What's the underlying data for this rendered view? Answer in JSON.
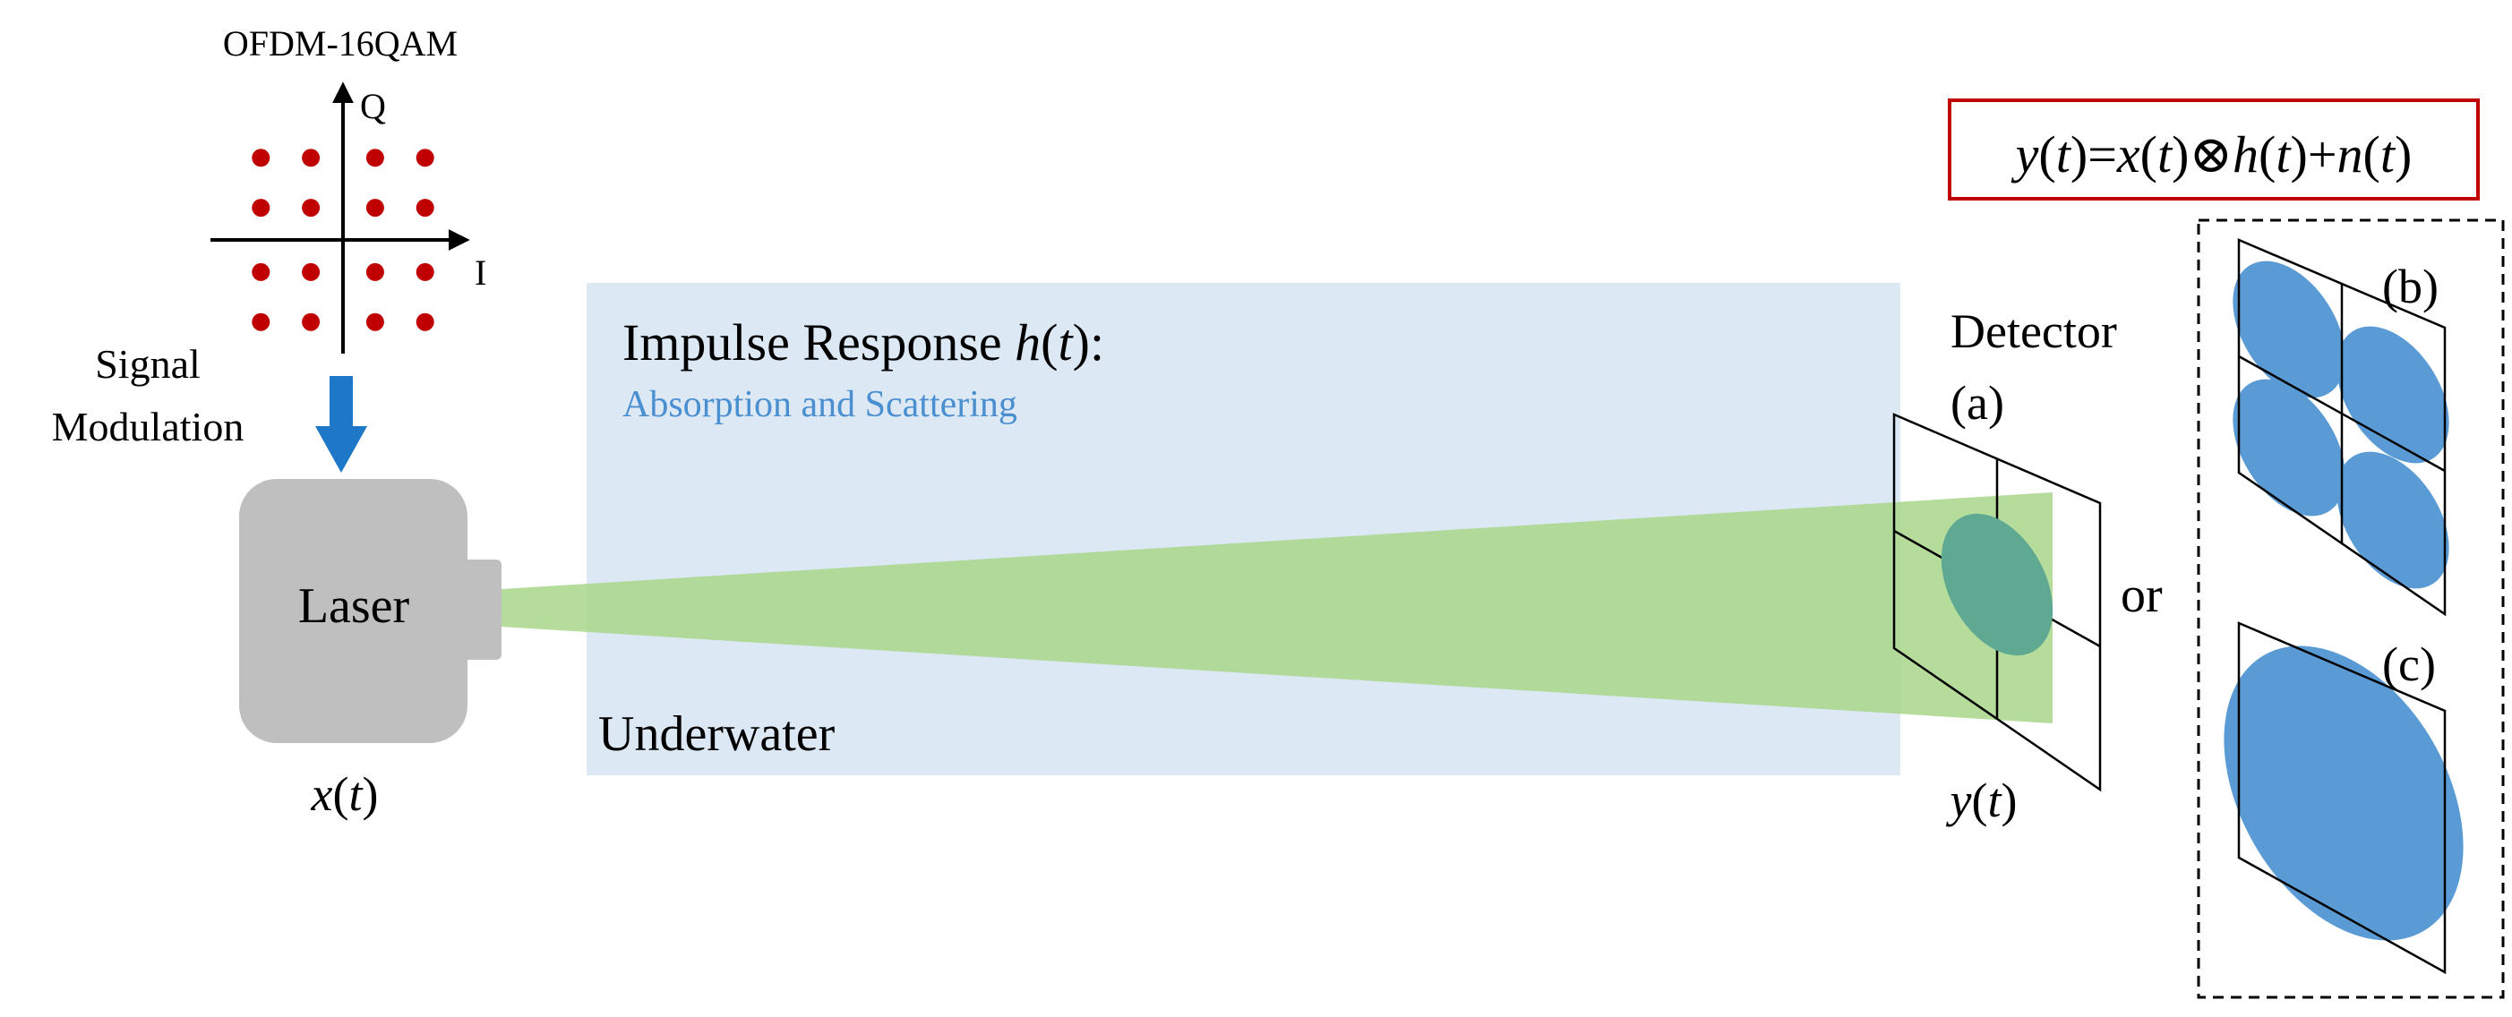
{
  "constellation": {
    "title": "OFDM-16QAM",
    "q_label": "Q",
    "i_label": "I",
    "points": [
      [
        -3,
        3
      ],
      [
        -1,
        3
      ],
      [
        1,
        3
      ],
      [
        3,
        3
      ],
      [
        -3,
        1
      ],
      [
        -1,
        1
      ],
      [
        1,
        1
      ],
      [
        3,
        1
      ],
      [
        -3,
        -1
      ],
      [
        -1,
        -1
      ],
      [
        1,
        -1
      ],
      [
        3,
        -1
      ],
      [
        -3,
        -3
      ],
      [
        -1,
        -3
      ],
      [
        1,
        -3
      ],
      [
        3,
        -3
      ]
    ],
    "point_color": "#c00000"
  },
  "modulation": {
    "line1": "Signal",
    "line2": "Modulation",
    "arrow_color": "#1f77c8"
  },
  "laser": {
    "label": "Laser",
    "signal_var": "x",
    "signal_arg": "t"
  },
  "channel": {
    "title_prefix": "Impulse Response ",
    "title_var": "h",
    "title_arg": "t",
    "title_suffix": ":",
    "subtitle": "Absorption and Scattering",
    "medium_label": "Underwater",
    "background_color": "#dde8f5",
    "subtitle_color": "#4a8fd0",
    "beam_color": "#a8d68a"
  },
  "detector": {
    "label": "Detector",
    "panel_a": "(a)",
    "output_var": "y",
    "output_arg": "t",
    "or_label": "or",
    "spot_color": "#5fa993"
  },
  "equation": {
    "y": "y",
    "t1": "t",
    "eq": "=",
    "x": "x",
    "t2": "t",
    "conv": "⊗",
    "h": "h",
    "t3": "t",
    "plus": "+",
    "n": "n",
    "t4": "t",
    "border_color": "#c00000"
  },
  "alternatives": {
    "panel_b": "(b)",
    "panel_c": "(c)",
    "spot_color": "#5b9bd5"
  }
}
